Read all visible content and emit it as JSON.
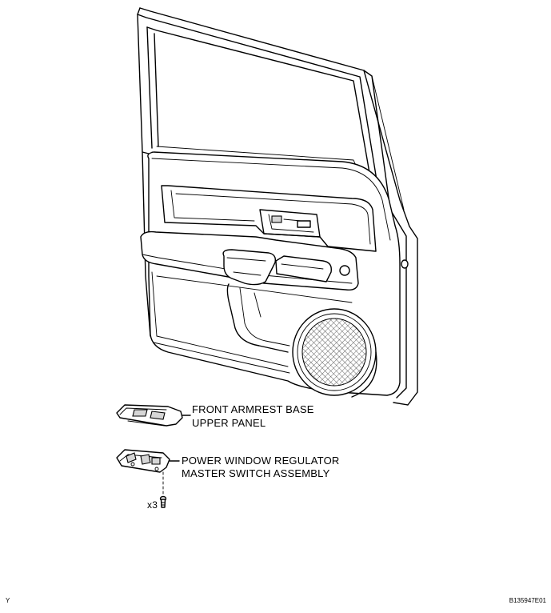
{
  "labels": {
    "armrest_line1": "FRONT ARMREST BASE",
    "armrest_line2": "UPPER PANEL",
    "switch_line1": "POWER WINDOW REGULATOR",
    "switch_line2": "MASTER SWITCH ASSEMBLY",
    "screw_count": "x3"
  },
  "footer": {
    "left_mark": "Y",
    "figure_code": "B135947E01"
  }
}
